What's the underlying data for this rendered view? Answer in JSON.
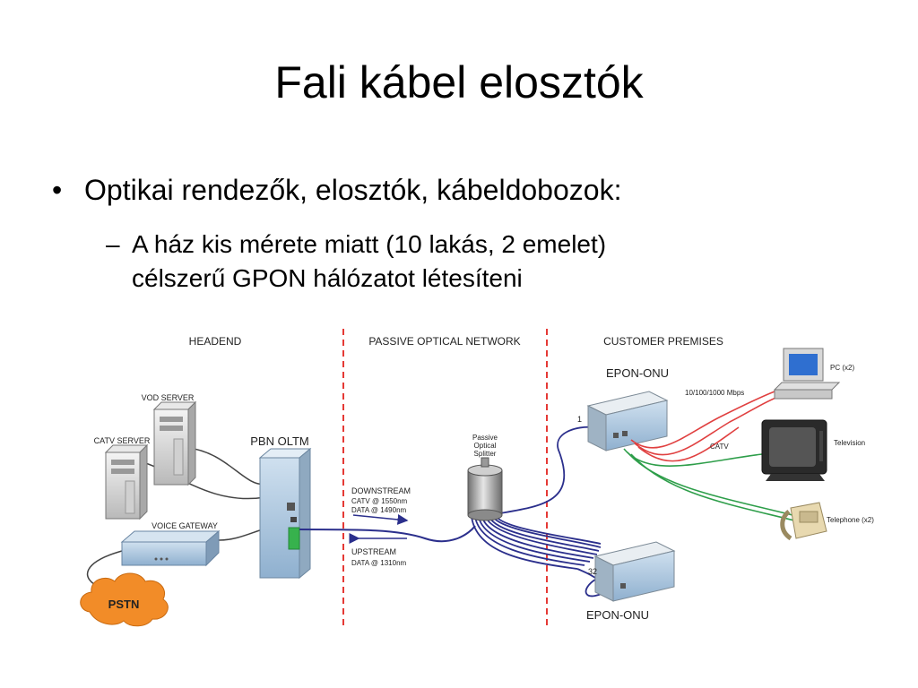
{
  "slide": {
    "title": "Fali kábel elosztók",
    "bullet": "Optikai rendezők, elosztók, kábeldobozok:",
    "subbullet_line1": "A ház kis mérete miatt (10 lakás, 2 emelet)",
    "subbullet_line2": "célszerű GPON hálózatot létesíteni"
  },
  "diagram": {
    "sections": {
      "headend": "HEADEND",
      "pon": "PASSIVE OPTICAL NETWORK",
      "premises": "CUSTOMER PREMISES"
    },
    "labels": {
      "vod_server": "VOD SERVER",
      "catv_server": "CATV SERVER",
      "voice_gateway": "VOICE GATEWAY",
      "pstn": "PSTN",
      "olt": "PBN OLTM",
      "downstream": "DOWNSTREAM",
      "downstream_catv": "CATV @ 1550nm",
      "downstream_data": "DATA @ 1490nm",
      "upstream": "UPSTREAM",
      "upstream_data": "DATA @ 1310nm",
      "splitter_1": "Passive",
      "splitter_2": "Optical",
      "splitter_3": "Splitter",
      "onu_top": "EPON-ONU",
      "onu_bottom": "EPON-ONU",
      "port_1": "1",
      "port_32": "32",
      "speed": "10/100/1000 Mbps",
      "catv": "CATV",
      "pc": "PC (x2)",
      "television": "Television",
      "telephone": "Telephone (x2)"
    },
    "colors": {
      "divider": "#e53935",
      "fiber": "#2b2f8c",
      "copper": "#444444",
      "ethernet": "#e04040",
      "coax": "#2e9e4a",
      "pstn": "#f28c28"
    }
  }
}
